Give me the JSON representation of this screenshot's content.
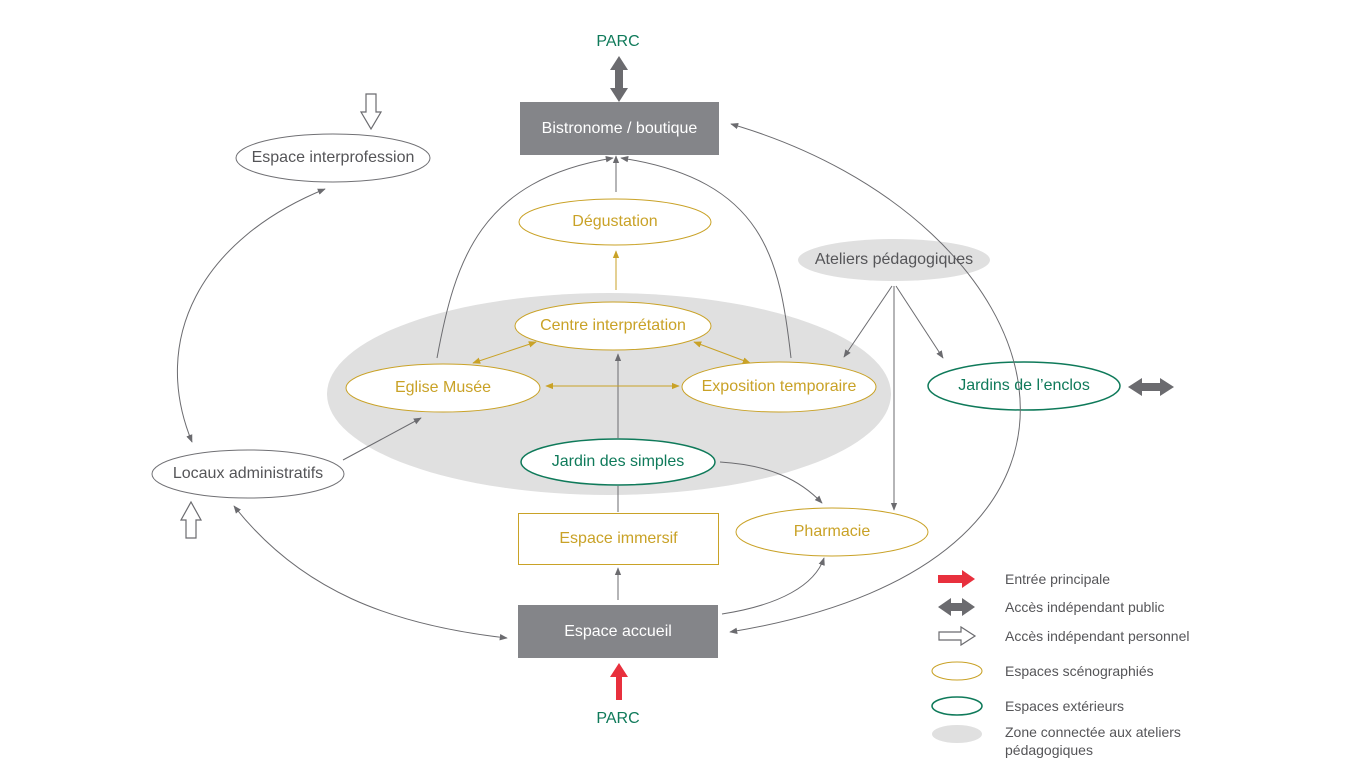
{
  "nodes": {
    "parc_top": "PARC",
    "bistronome": "Bistronome / boutique",
    "espace_interprofession": "Espace interprofession",
    "degustation": "Dégustation",
    "ateliers": "Ateliers pédagogiques",
    "centre": "Centre interprétation",
    "eglise": "Eglise Musée",
    "exposition": "Exposition temporaire",
    "jardins_enclos": "Jardins de l’enclos",
    "locaux": "Locaux administratifs",
    "jardin_simples": "Jardin des simples",
    "espace_immersif": "Espace immersif",
    "pharmacie": "Pharmacie",
    "espace_accueil": "Espace accueil",
    "parc_bottom": "PARC"
  },
  "legend": {
    "entree": "Entrée principale",
    "acces_public": "Accès indépendant public",
    "acces_personnel": "Accès indépendant personnel",
    "scenographies": "Espaces scénographiés",
    "exterieurs": "Espaces extérieurs",
    "zone": "Zone connectée aux ateliers pédagogiques"
  },
  "colors": {
    "yellow": "#c9a227",
    "green": "#0f7a5a",
    "red": "#e8303d",
    "dark_grey": "#848589",
    "mid_grey": "#707074",
    "zone_grey": "#e0e0e0"
  }
}
